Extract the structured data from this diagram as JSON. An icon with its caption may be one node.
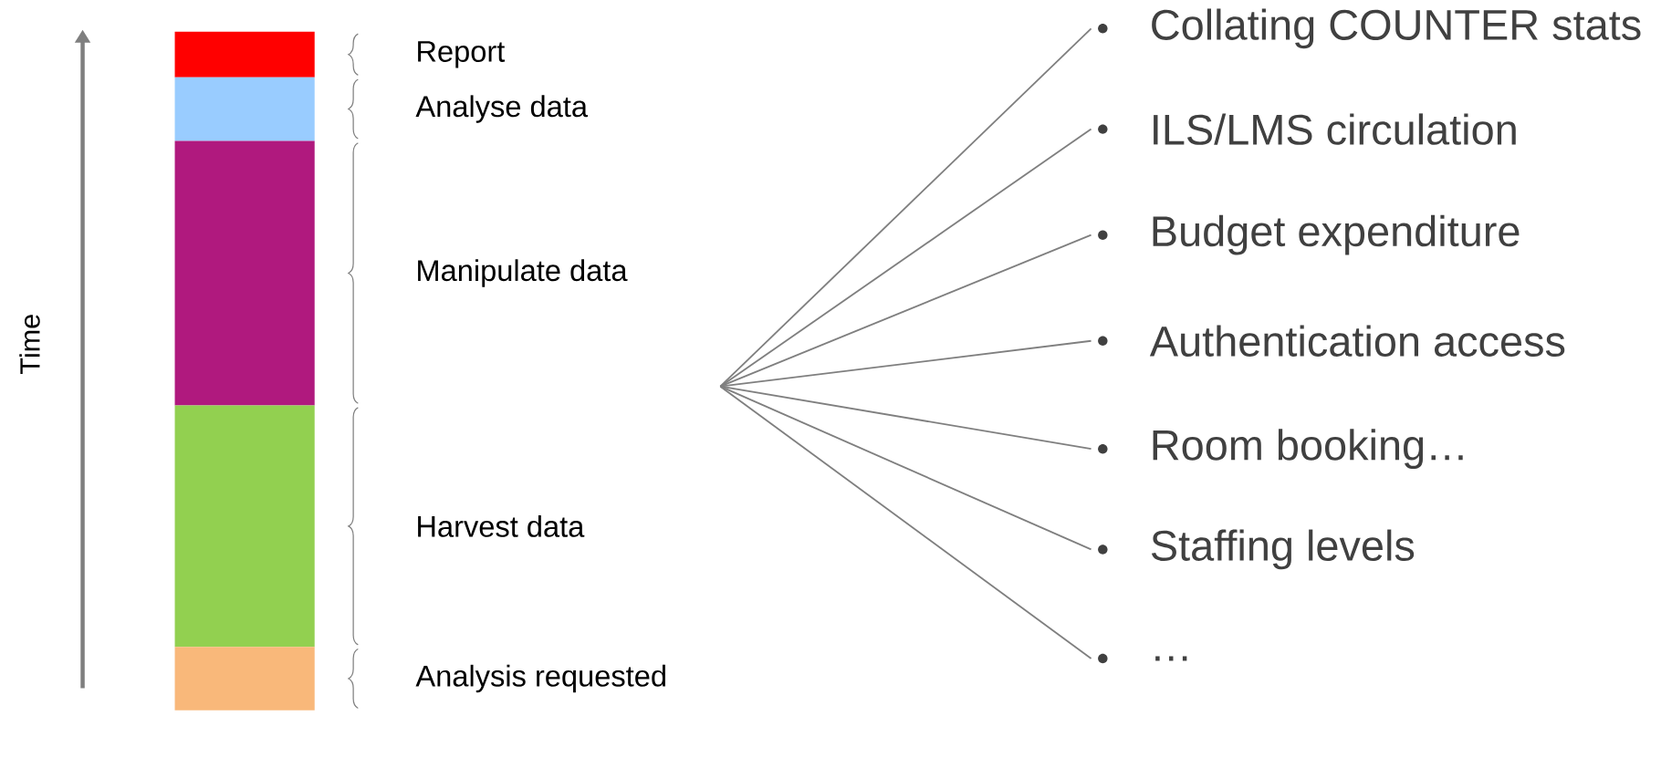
{
  "diagram": {
    "nodes": [
      {
        "text": [],
        "shape": "bar",
        "beside": [
          "Report"
        ]
      },
      {
        "text": [],
        "shape": "bar",
        "beside": [
          "Analyse data"
        ]
      },
      {
        "text": [],
        "shape": "bar",
        "beside": [
          "Manipulate data"
        ]
      },
      {
        "text": [],
        "shape": "bar",
        "beside": [
          "Harvest data"
        ]
      },
      {
        "text": [],
        "shape": "bar",
        "beside": [
          "Analysis requested"
        ]
      },
      {
        "text": [
          "Collating COUNTER stats"
        ]
      },
      {
        "text": [
          "ILS/LMS circulation"
        ]
      },
      {
        "text": [
          "Budget expenditure"
        ]
      },
      {
        "text": [
          "Authentication access"
        ]
      },
      {
        "text": [
          "Room booking…"
        ]
      },
      {
        "text": [
          "Staffing levels"
        ]
      },
      {
        "text": [
          "…"
        ]
      }
    ],
    "edges": [
      {
        "from": null,
        "to": 5,
        "arrow": "none"
      },
      {
        "from": null,
        "to": 6,
        "arrow": "none"
      },
      {
        "from": null,
        "to": 7,
        "arrow": "none"
      },
      {
        "from": null,
        "to": 8,
        "arrow": "none"
      },
      {
        "from": null,
        "to": 9,
        "arrow": "none"
      },
      {
        "from": null,
        "to": 10,
        "arrow": "none"
      },
      {
        "from": null,
        "to": 11,
        "arrow": "none"
      }
    ],
    "labels": [
      "Time"
    ]
  }
}
